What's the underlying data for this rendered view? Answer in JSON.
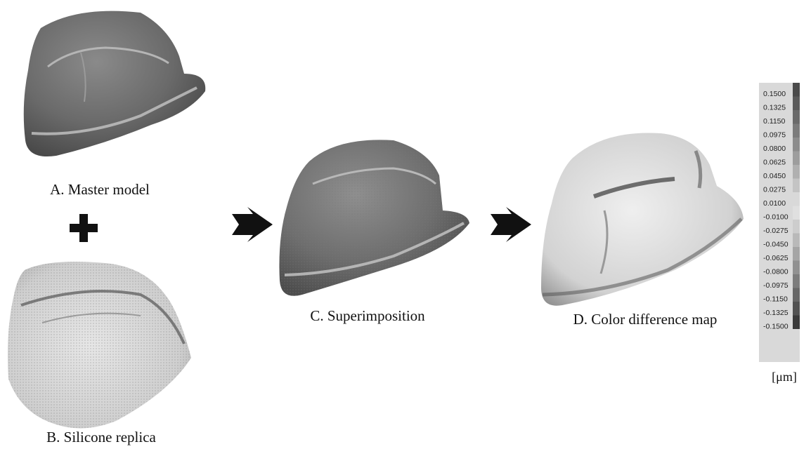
{
  "captions": {
    "master_model": "A. Master model",
    "silicone_replica": "B. Silicone replica",
    "superimposition": "C. Superimposition",
    "color_map": "D. Color difference map"
  },
  "operators": {
    "plus": "plus-icon",
    "arrow": "right-arrow-icon"
  },
  "scale": {
    "unit": "[μm]",
    "ticks": [
      "0.1500",
      "0.1325",
      "0.1150",
      "0.0975",
      "0.0800",
      "0.0625",
      "0.0450",
      "0.0275",
      "0.0100",
      "-0.0100",
      "-0.0275",
      "-0.0450",
      "-0.0625",
      "-0.0800",
      "-0.0975",
      "-0.1150",
      "-0.1325",
      "-0.1500"
    ],
    "colors": [
      "#4a4a4a",
      "#5a5a5a",
      "#6a6a6a",
      "#7b7b7b",
      "#8c8c8c",
      "#9d9d9d",
      "#b0b0b0",
      "#c4c4c4",
      "#d9d9d9",
      "#e0e0e0",
      "#cdcdcd",
      "#b9b9b9",
      "#a5a5a5",
      "#919191",
      "#7c7c7c",
      "#676767",
      "#525252",
      "#3a3a3a"
    ]
  }
}
